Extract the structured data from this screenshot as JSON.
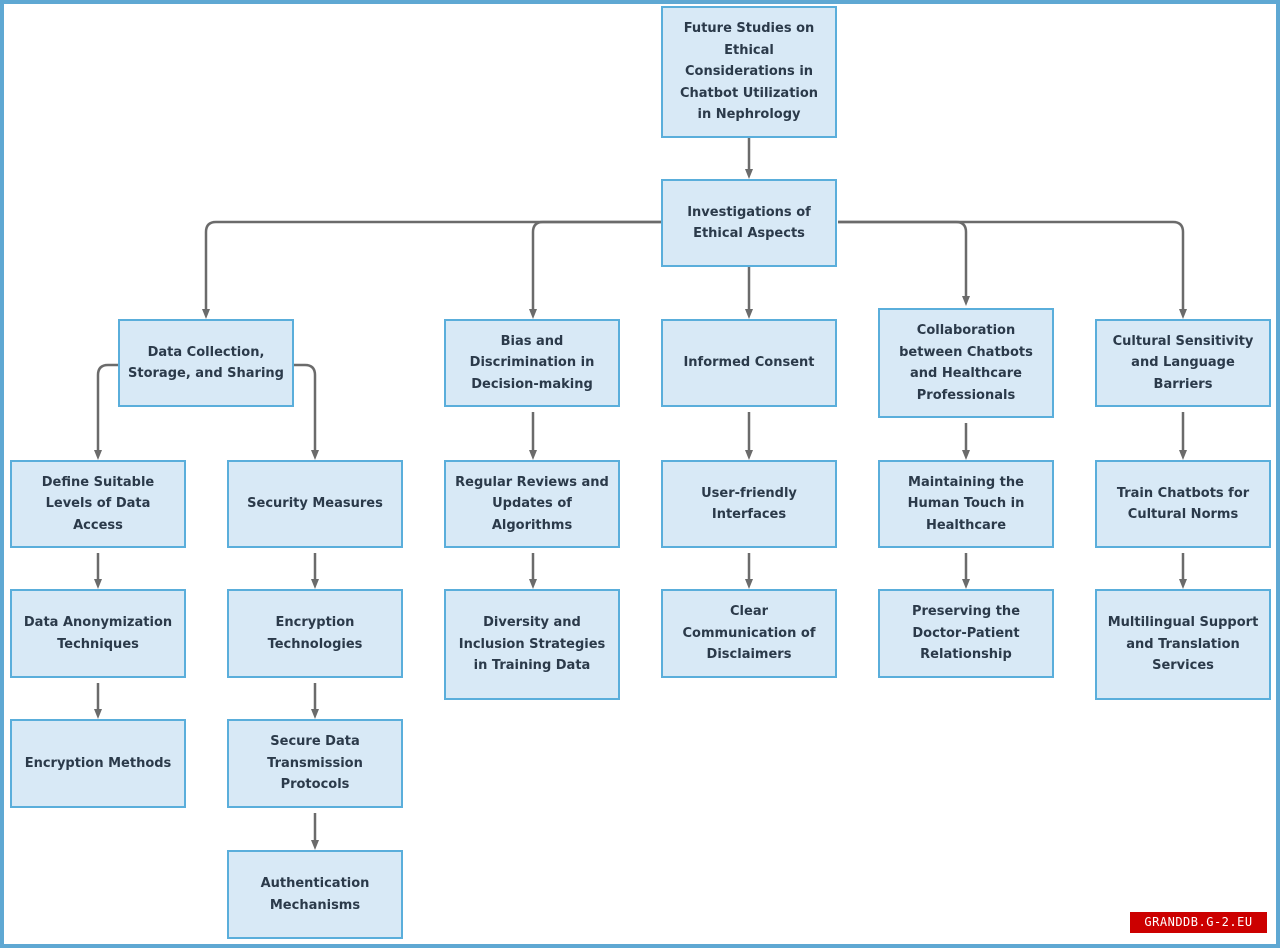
{
  "nodes": {
    "root": "Future Studies on Ethical Considerations in Chatbot Utilization in Nephrology",
    "investigations": "Investigations of Ethical Aspects",
    "data_collection": "Data Collection, Storage, and Sharing",
    "bias": "Bias and Discrimination in Decision-making",
    "informed_consent": "Informed Consent",
    "collaboration": "Collaboration between Chatbots and Healthcare Professionals",
    "cultural": "Cultural Sensitivity and Language Barriers",
    "define_levels": "Define Suitable Levels of Data Access",
    "security_measures": "Security Measures",
    "regular_reviews": "Regular Reviews and Updates of Algorithms",
    "user_friendly": "User-friendly Interfaces",
    "human_touch": "Maintaining the Human Touch in Healthcare",
    "train_chatbots": "Train Chatbots for Cultural Norms",
    "anonymization": "Data Anonymization Techniques",
    "encryption_tech": "Encryption Technologies",
    "diversity": "Diversity and Inclusion Strategies in Training Data",
    "disclaimers": "Clear Communication of Disclaimers",
    "doctor_patient": "Preserving the Doctor-Patient Relationship",
    "multilingual": "Multilingual Support and Translation Services",
    "encryption_methods": "Encryption Methods",
    "secure_transmission": "Secure Data Transmission Protocols",
    "authentication": "Authentication Mechanisms"
  },
  "watermark": "GRANDDB.G-2.EU",
  "colors": {
    "box_fill": "#d8e9f6",
    "box_border": "#5aaedb",
    "arrow": "#6b6b6b",
    "frame": "#5fa8d3"
  }
}
